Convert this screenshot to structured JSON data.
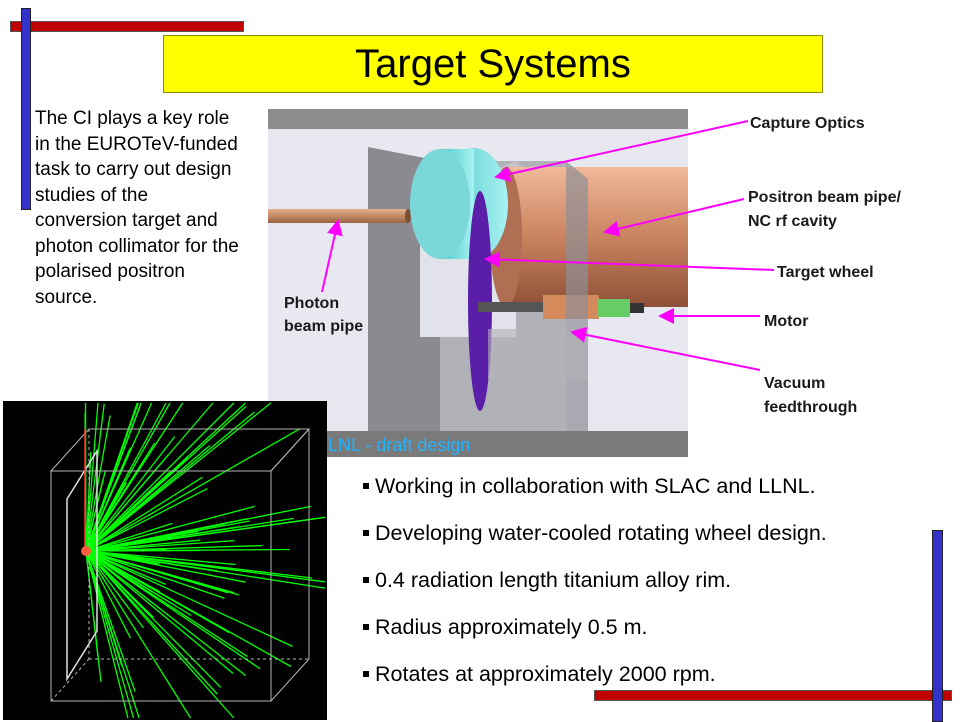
{
  "title": "Target Systems",
  "intro_text": "The CI plays a key role in the EUROTeV-funded task to carry out design studies of the conversion target and photon collimator for the polarised positron source.",
  "figure": {
    "caption": "LLNL - draft design",
    "callouts": {
      "capture_optics": "Capture Optics",
      "positron_pipe_line1": "Positron beam pipe/",
      "positron_pipe_line2": "NC rf cavity",
      "target_wheel": "Target wheel",
      "motor": "Motor",
      "vacuum_line1": "Vacuum",
      "vacuum_line2": "feedthrough",
      "photon_line1": "Photon",
      "photon_line2": "beam pipe"
    }
  },
  "bullets": [
    "Working in collaboration with SLAC and LLNL.",
    "Developing water-cooled rotating wheel design.",
    "0.4 radiation length titanium alloy rim.",
    "Radius approximately 0.5 m.",
    "Rotates at approximately 2000 rpm."
  ],
  "colors": {
    "title_bg": "#ffff00",
    "callout_arrow": "#ff00ff",
    "accent_red": "#c00000",
    "accent_blue": "#3333cc",
    "llnl_caption": "#21b4ff",
    "sim_track": "#00ff00"
  }
}
